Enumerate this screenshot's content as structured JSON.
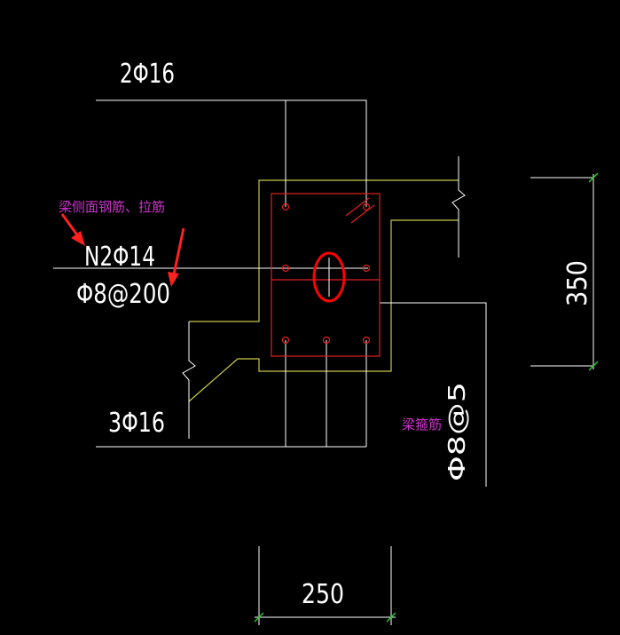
{
  "labels": {
    "top_rebar": "2Φ16",
    "bottom_rebar": "3Φ16",
    "side_rebar": "N2Φ14",
    "tie_rebar": "Φ8@200",
    "stirrup_rebar": "Φ8@5",
    "height_dim": "350",
    "width_dim": "250"
  },
  "annotations": {
    "side_note": "梁侧面钢筋、拉筋",
    "stirrup_note": "梁箍筋"
  },
  "colors": {
    "background": "#000000",
    "linework": "#ffffff",
    "beam_outline": "#c8c84a",
    "stirrup": "#e02020",
    "highlight": "#ff0000",
    "dimension_tick": "#22cc22",
    "note_text": "#cc33cc"
  }
}
